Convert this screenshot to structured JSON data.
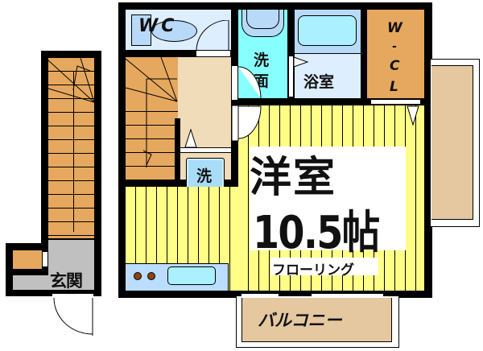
{
  "floorplan": {
    "rooms": {
      "wc": {
        "label": "WC"
      },
      "washroom": {
        "label_line1": "洗",
        "label_line2": "面"
      },
      "bath": {
        "label": "浴室"
      },
      "walk_in_closet": {
        "label_line1": "W",
        "label_line2": "-",
        "label_line3": "C",
        "label_line4": "L"
      },
      "laundry": {
        "label": "洗"
      },
      "main_room": {
        "label": "洋室",
        "size": "10.5帖",
        "flooring": "フローリング"
      },
      "entrance": {
        "label": "玄関"
      },
      "balcony": {
        "label": "バルコニー"
      }
    },
    "colors": {
      "wall": "#000000",
      "stairs": "#e5a85e",
      "flooring": "#ffff88",
      "wc_floor": "#ddeeff",
      "wash_floor": "#88ffff",
      "bath_floor": "#ddeeff",
      "closet": "#e5a85e",
      "hall": "#f0dcb8",
      "entrance": "#c0c0c0",
      "balcony": "#e5c8a0",
      "kitchen": "#bbddff"
    }
  }
}
